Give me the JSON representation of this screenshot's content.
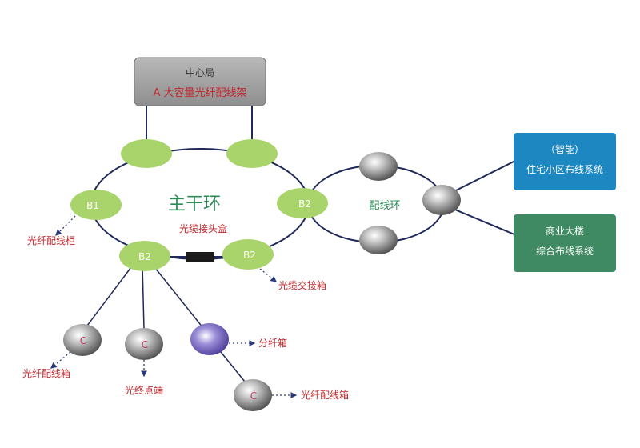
{
  "central_office": {
    "title": "中心局",
    "subtitle": "A 大容量光纤配线架"
  },
  "trunk_ring": {
    "label": "主干环",
    "splice_box_label": "光缆接头盒"
  },
  "distribution_ring": {
    "label": "配线环"
  },
  "nodes": {
    "b1": "B1",
    "b2_right": "B2",
    "b2_bottom_left": "B2",
    "b2_bottom_right": "B2",
    "c1": "C",
    "c2": "C",
    "c3": "C"
  },
  "annotations": {
    "fiber_distribution_cabinet": "光纤配线柜",
    "cable_cross_connect_box": "光缆交接箱",
    "fiber_distribution_box_left": "光纤配线箱",
    "fiber_terminal": "光终点端",
    "splitter_box": "分纤箱",
    "fiber_distribution_box_right": "光纤配线箱"
  },
  "systems": {
    "smart": {
      "line1": "（智能）",
      "line2": "住宅小区布线系统"
    },
    "commercial": {
      "line1": "商业大楼",
      "line2": "综合布线系统"
    }
  },
  "colors": {
    "trunk_node_green": "#a9d36b",
    "annotation_red": "#c2272d",
    "ring_label_green": "#2e8b57",
    "smart_box_blue": "#1d87c2",
    "commercial_box_green": "#3f8a63",
    "central_box_gray": "#9e9e9e",
    "line_navy": "#1f2a5a"
  }
}
